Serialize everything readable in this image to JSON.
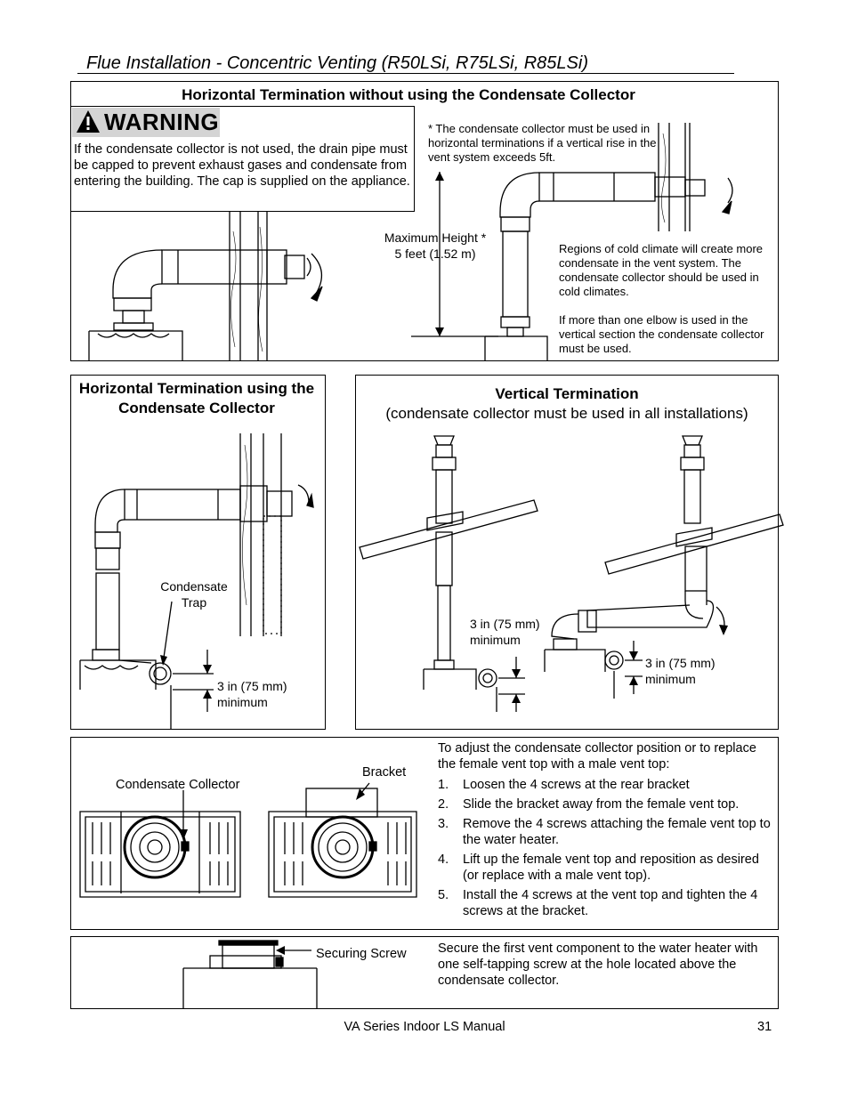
{
  "page_title": "Flue Installation - Concentric Venting (R50LSi, R75LSi, R85LSi)",
  "section1": {
    "heading": "Horizontal Termination without using the Condensate Collector",
    "warning_label": "WARNING",
    "warning_text": "If the condensate collector is not used, the drain pipe must be capped to prevent exhaust gases and condensate from entering the building.  The cap is supplied on the appliance.",
    "note_vertical_rise": "* The condensate collector must be used in horizontal terminations if a vertical rise in the vent system exceeds 5ft.",
    "max_height_label": "Maximum Height *",
    "max_height_value": "5 feet (1.52 m)",
    "note_cold_climate": "Regions of cold climate will create more condensate in the vent system. The condensate collector should be used in cold climates.",
    "note_elbow": "If more than one elbow is used in the vertical section the condensate collector must be used."
  },
  "section2": {
    "heading": "Horizontal Termination using the Condensate Collector",
    "condensate_trap_label": "Condensate Trap",
    "clearance_label": "3 in (75 mm) minimum"
  },
  "section3": {
    "heading": "Vertical Termination",
    "subheading": "(condensate collector must be used in all installations)",
    "clearance_left": "3 in (75 mm) minimum",
    "clearance_right": "3 in (75 mm) minimum"
  },
  "section4": {
    "collector_label": "Condensate Collector",
    "bracket_label": "Bracket",
    "intro": "To adjust the condensate collector position or to replace the female vent top with a male vent top:",
    "steps": [
      {
        "num": "1.",
        "text": "Loosen the 4 screws at the rear bracket"
      },
      {
        "num": "2.",
        "text": "Slide the bracket away from the female vent top."
      },
      {
        "num": "3.",
        "text": "Remove the 4 screws attaching the female vent top to the water heater."
      },
      {
        "num": "4.",
        "text": "Lift up the female vent top and reposition as desired (or replace with a male vent top)."
      },
      {
        "num": "5.",
        "text": "Install the 4 screws at the vent top and tighten the 4 screws at the bracket."
      }
    ]
  },
  "section5": {
    "screw_label": "Securing Screw",
    "text": "Secure the first vent component to the water heater with one self-tapping screw at the hole located above the condensate collector."
  },
  "footer": {
    "manual_name": "VA Series Indoor LS Manual",
    "page_number": "31"
  }
}
